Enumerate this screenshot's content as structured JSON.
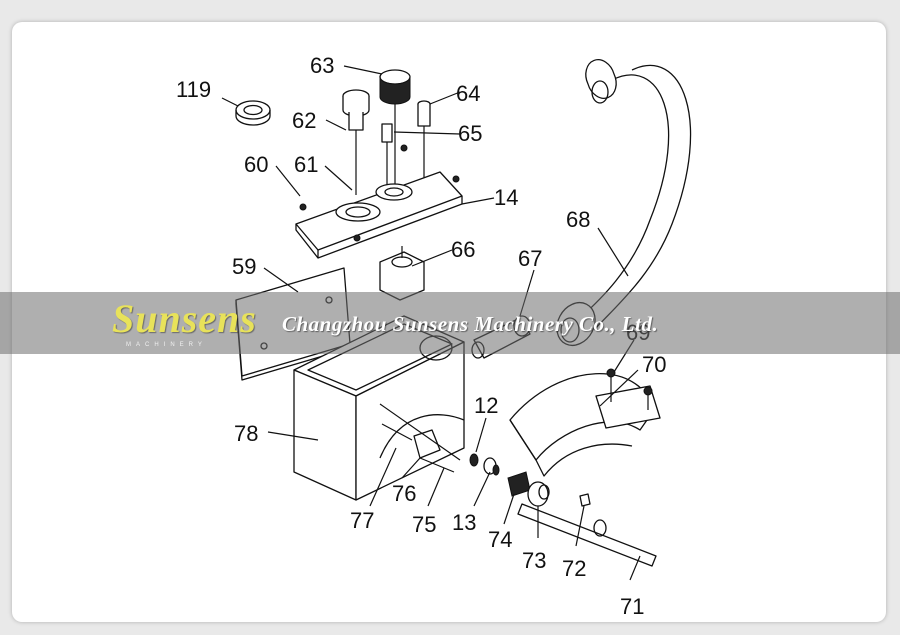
{
  "watermark": {
    "brand": "Sunsens",
    "brand_sub": "MACHINERY",
    "company": "Changzhou Sunsens Machinery Co., Ltd.",
    "brand_color": "#e8e25a"
  },
  "diagram": {
    "part_numbers": {
      "p119": "119",
      "p63": "63",
      "p64": "64",
      "p62": "62",
      "p65": "65",
      "p60": "60",
      "p61": "61",
      "p14": "14",
      "p68": "68",
      "p59": "59",
      "p66": "66",
      "p67": "67",
      "p69": "69",
      "p70": "70",
      "p12": "12",
      "p78": "78",
      "p76": "76",
      "p77": "77",
      "p75": "75",
      "p13": "13",
      "p74": "74",
      "p73": "73",
      "p72": "72",
      "p71": "71"
    }
  }
}
